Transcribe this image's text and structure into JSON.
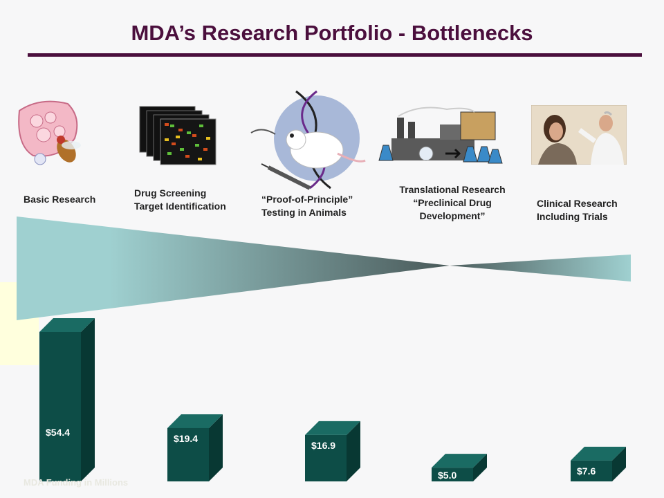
{
  "title": "MDA’s Research Portfolio - Bottlenecks",
  "stages": [
    {
      "label": "Basic Research",
      "icon": "fruit-fly-cell-icon"
    },
    {
      "label": "Drug Screening\nTarget Identification",
      "icon": "microarray-icon"
    },
    {
      "label": "“Proof-of-Principle”\nTesting in Animals",
      "icon": "lab-mouse-dna-icon"
    },
    {
      "label": "Translational Research\n“Preclinical Drug\nDevelopment”",
      "icon": "factory-flasks-icon"
    },
    {
      "label": "Clinical Research\nIncluding Trials",
      "icon": "doctor-patient-icon"
    }
  ],
  "footnote": "MDA Funding in Millions",
  "colors": {
    "title": "#4b0f3d",
    "bar_front": "#0d4d47",
    "bar_side": "#083833",
    "bar_top": "#1a6b63",
    "funnel_light": "#9fd0d0",
    "funnel_dark": "#4a5a5a"
  },
  "chart_data": {
    "type": "bar",
    "categories": [
      "Basic Research",
      "Drug Screening Target Identification",
      "Proof-of-Principle Testing in Animals",
      "Translational Research Preclinical Drug Development",
      "Clinical Research Including Trials"
    ],
    "values": [
      54.4,
      19.4,
      16.9,
      5.0,
      7.6
    ],
    "value_labels": [
      "$54.4",
      "$19.4",
      "$16.9",
      "$5.0",
      "$7.6"
    ],
    "ylim": [
      0,
      54.4
    ]
  }
}
